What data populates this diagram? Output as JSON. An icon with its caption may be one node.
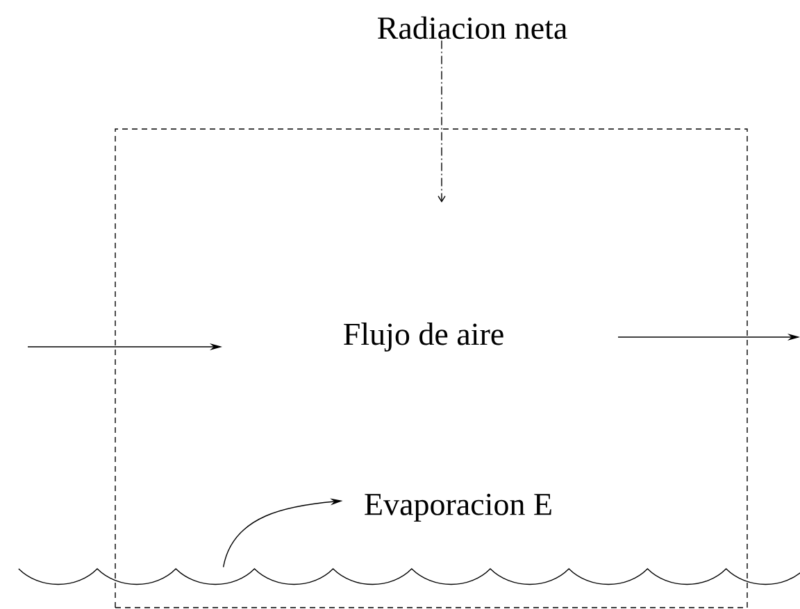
{
  "diagram": {
    "nodes": [
      {
        "text": [],
        "shape": "box"
      },
      {
        "text": [
          "Radiacion neta"
        ]
      },
      {
        "text": [
          "Flujo de aire"
        ],
        "in": 0
      },
      {
        "text": [
          "Evaporacion E"
        ],
        "in": 0
      },
      {
        "text": [],
        "shape": "wave"
      }
    ],
    "edges": [
      {
        "from": 1,
        "to": null,
        "arrow": "to",
        "style": "dashed"
      },
      {
        "from": 4,
        "to": 3,
        "arrow": "to"
      }
    ]
  }
}
